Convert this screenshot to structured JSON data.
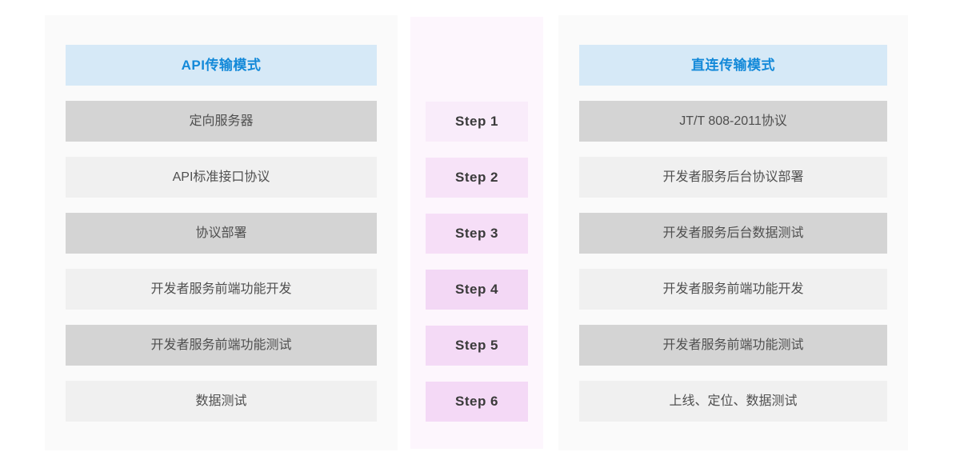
{
  "colors": {
    "page_bg": "#ffffff",
    "panel_bg": "#fafafa",
    "steps_panel_bg": "#fdf6fd",
    "header_bg": "#d6e9f7",
    "header_text": "#1389d9",
    "row_dark": "#d4d4d4",
    "row_light": "#f0f0f0",
    "step_box_pink": "#f4daf6",
    "row_text": "#4f4f4f",
    "step_text": "#3a3a3a"
  },
  "api_panel": {
    "header": "API传输模式",
    "rows": [
      "定向服务器",
      "API标准接口协议",
      "协议部署",
      "开发者服务前端功能开发",
      "开发者服务前端功能测试",
      "数据测试"
    ]
  },
  "steps_panel": {
    "steps": [
      "Step 1",
      "Step 2",
      "Step 3",
      "Step 4",
      "Step 5",
      "Step 6"
    ]
  },
  "direct_panel": {
    "header": "直连传输模式",
    "rows": [
      "JT/T 808-2011协议",
      "开发者服务后台协议部署",
      "开发者服务后台数据测试",
      "开发者服务前端功能开发",
      "开发者服务前端功能测试",
      "上线、定位、数据测试"
    ]
  }
}
